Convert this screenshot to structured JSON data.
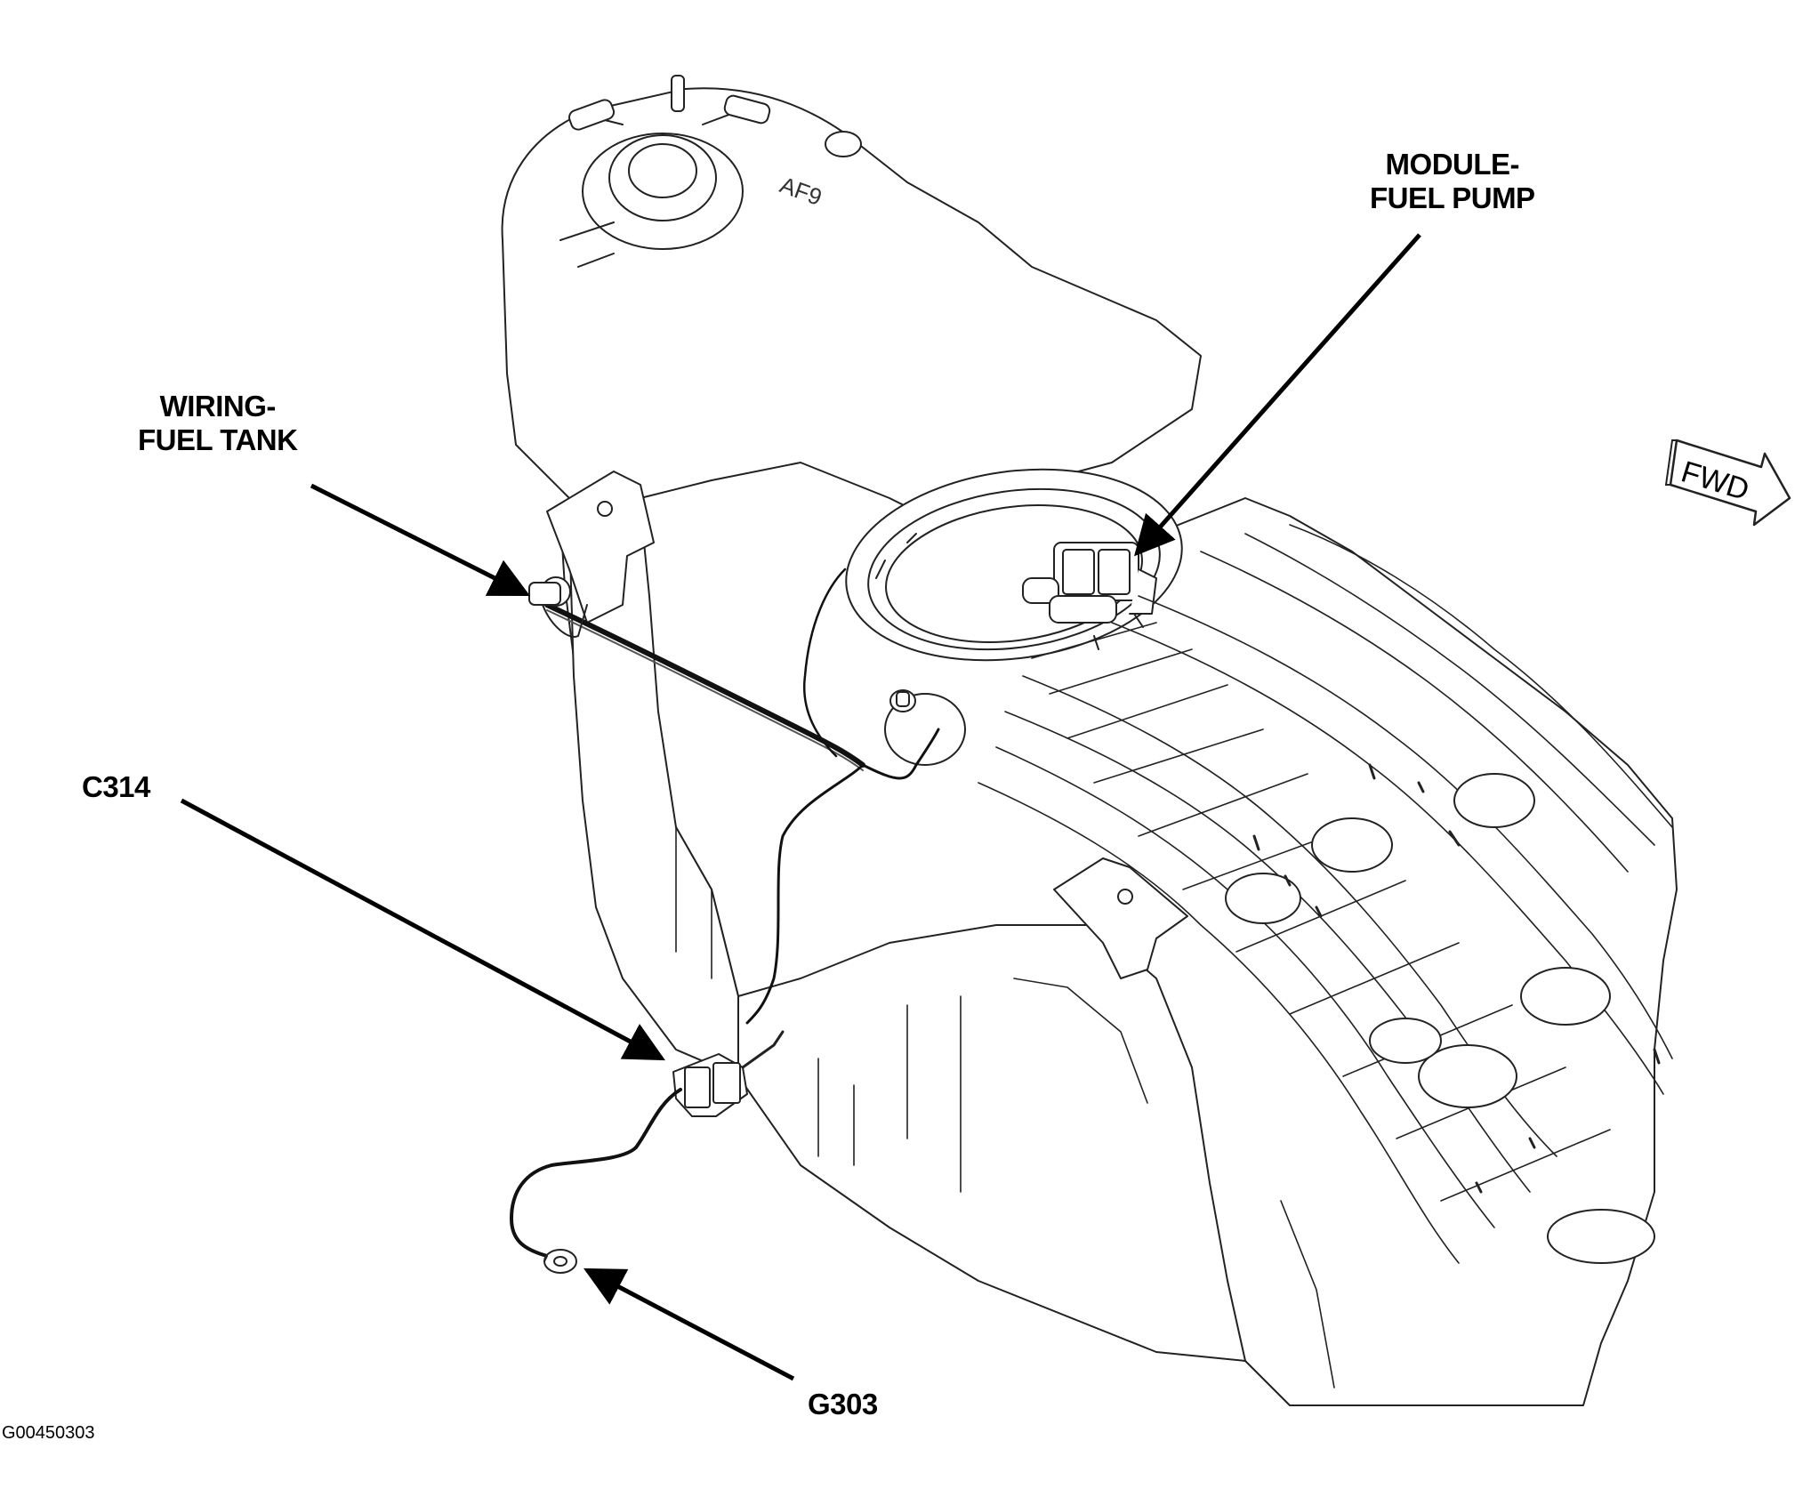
{
  "callouts": {
    "module_fuel_pump": {
      "line1": "MODULE-",
      "line2": "FUEL PUMP"
    },
    "wiring_fuel_tank": {
      "line1": "WIRING-",
      "line2": "FUEL TANK"
    },
    "c314": "C314",
    "g303": "G303"
  },
  "direction_arrow": {
    "label": "FWD"
  },
  "figure_id": "G00450303"
}
